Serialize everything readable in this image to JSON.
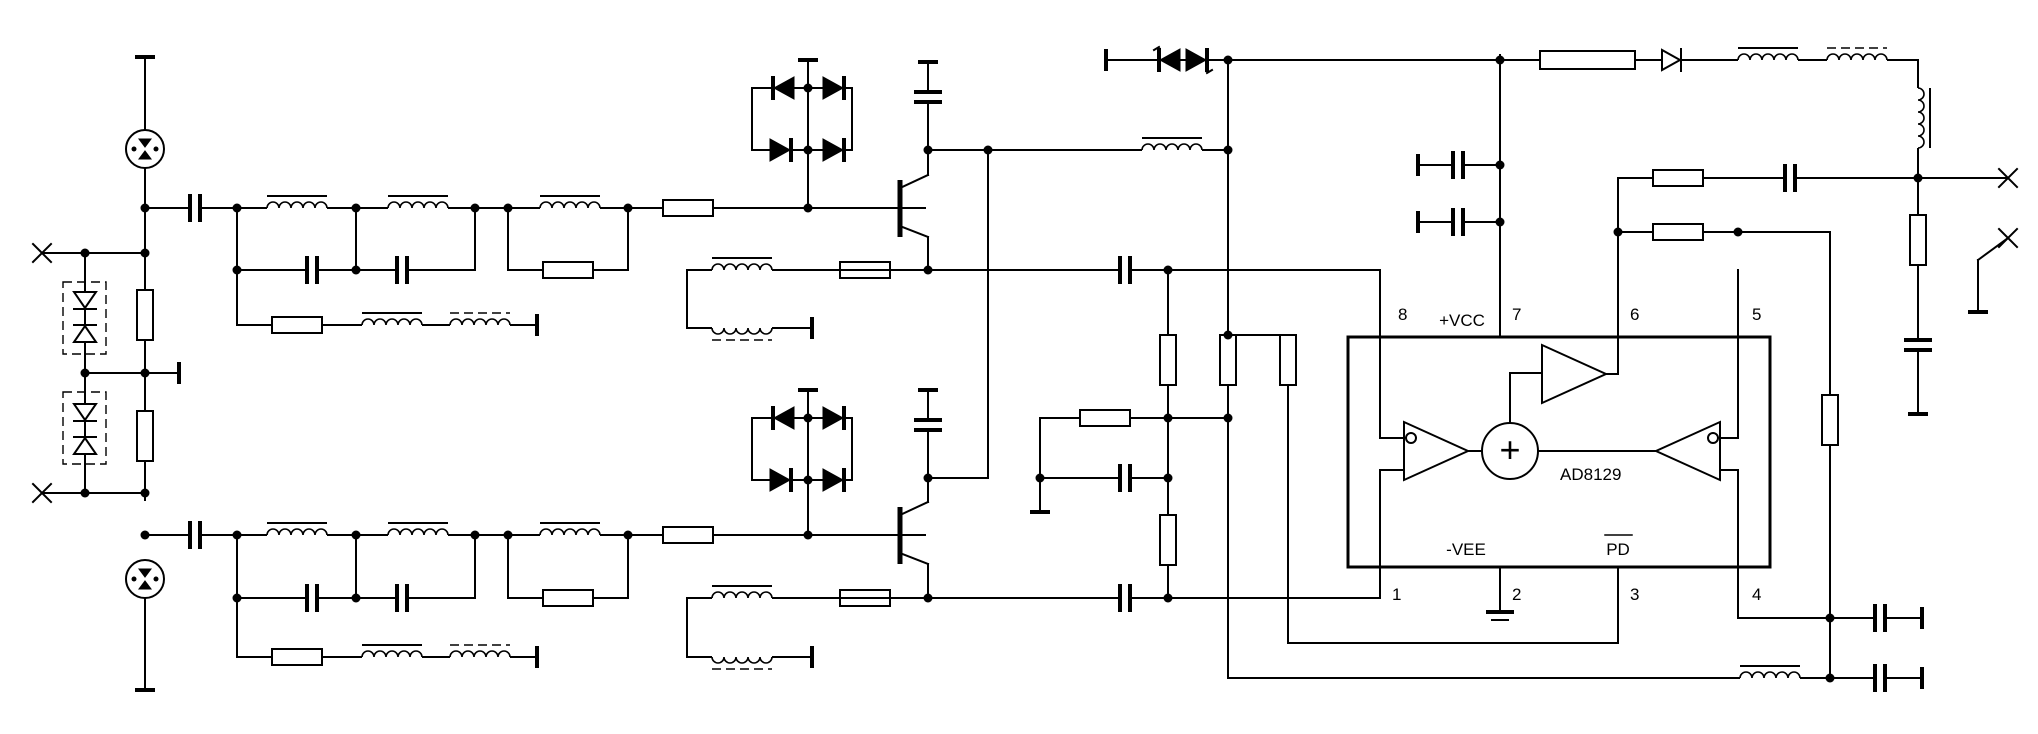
{
  "chip": {
    "name": "AD8129",
    "vcc": "+VCC",
    "vee": "-VEE",
    "pd": "PD",
    "sum": "+"
  },
  "pins": {
    "p1": "1",
    "p2": "2",
    "p3": "3",
    "p4": "4",
    "p5": "5",
    "p6": "6",
    "p7": "7",
    "p8": "8"
  }
}
